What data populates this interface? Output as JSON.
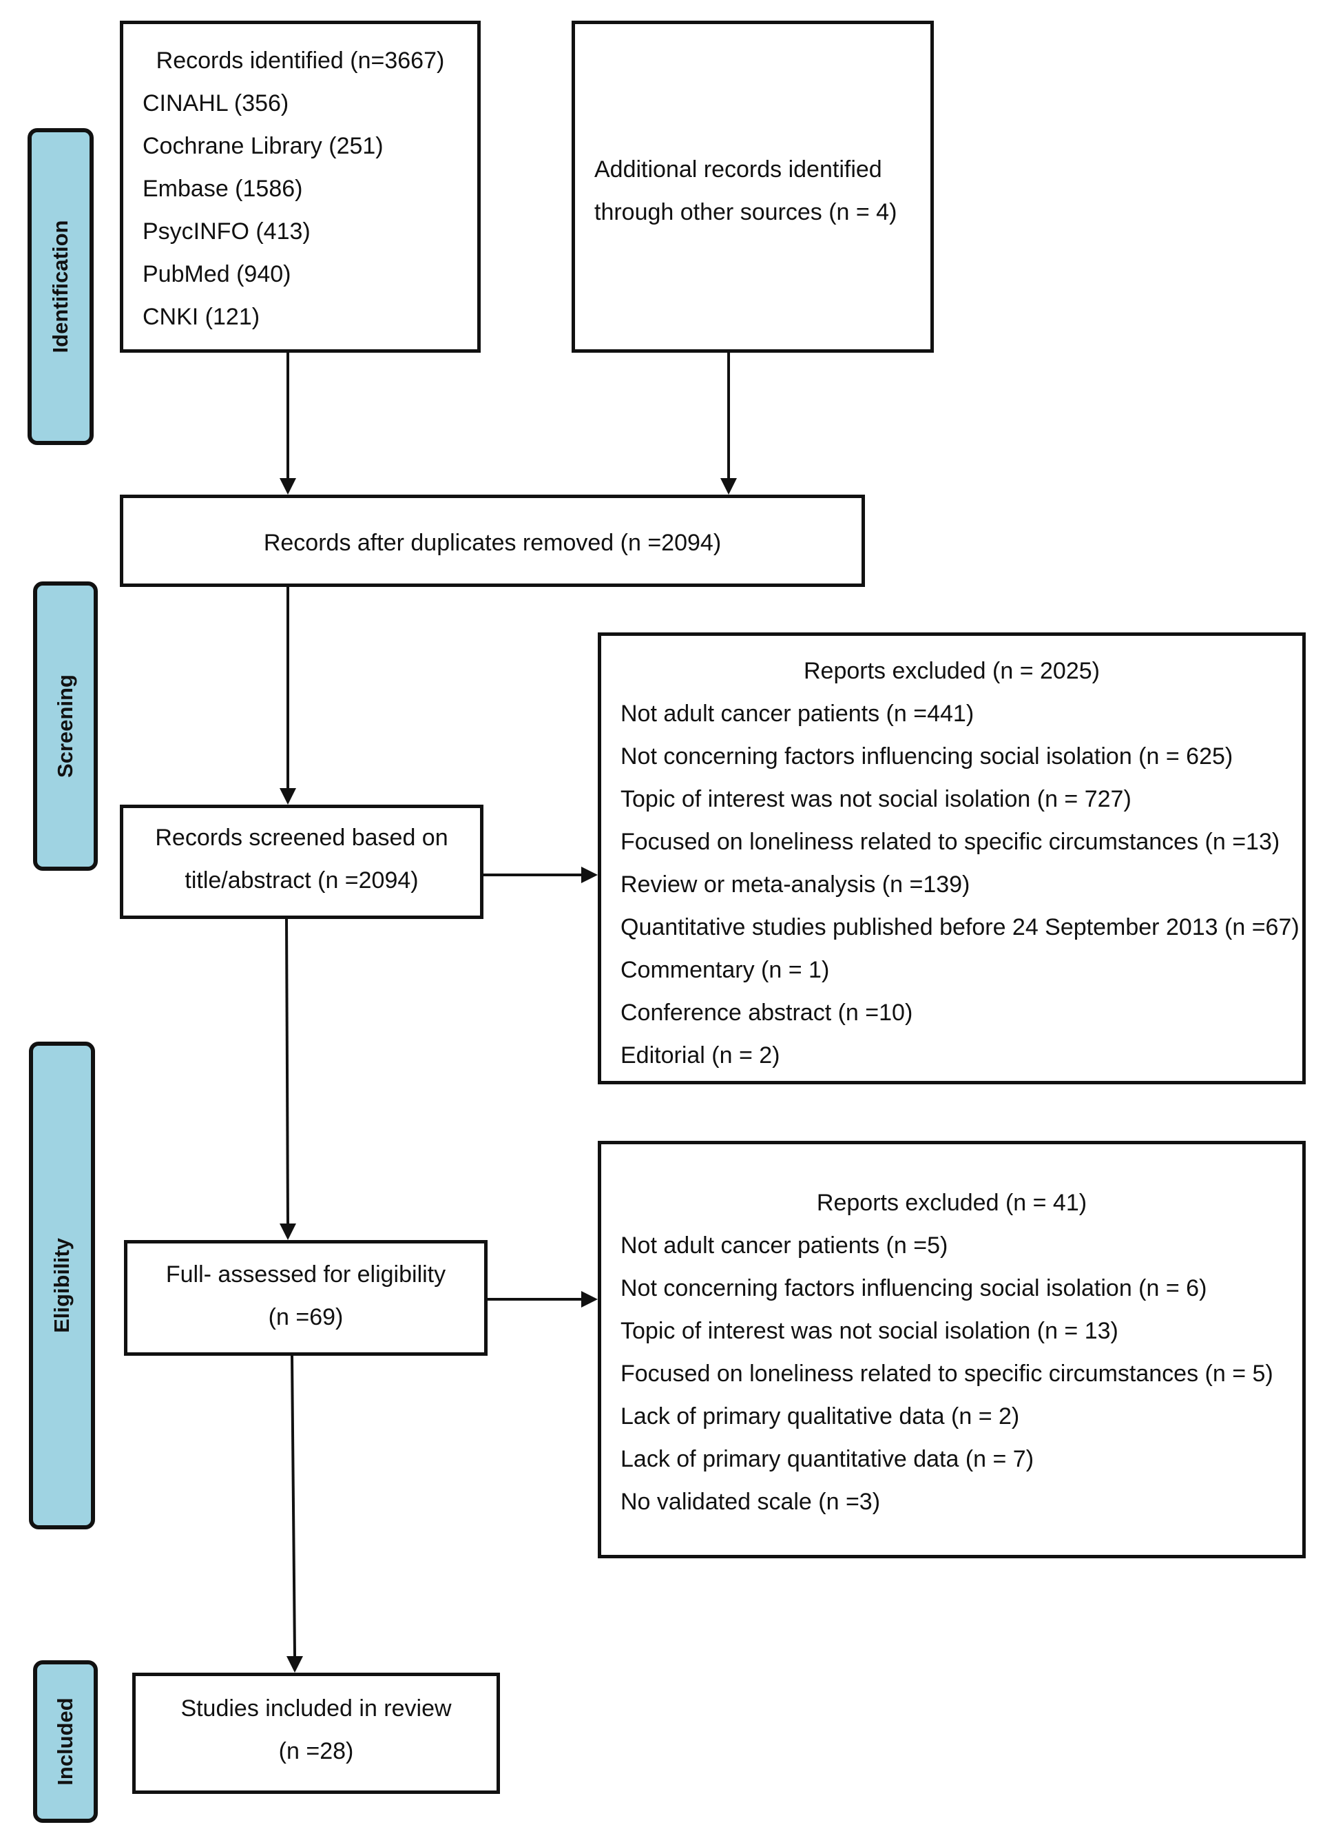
{
  "stages": {
    "identification": "Identification",
    "screening": "Screening",
    "eligibility": "Eligibility",
    "included": "Included"
  },
  "identified": {
    "title": "Records identified (n=3667)",
    "sources": [
      "CINAHL (356)",
      "Cochrane Library (251)",
      "Embase (1586)",
      "PsycINFO (413)",
      "PubMed (940)",
      "CNKI (121)"
    ]
  },
  "additional": {
    "line1": "Additional records identified",
    "line2": "through other sources (n = 4)"
  },
  "duplicates_removed": "Records after duplicates removed (n =2094)",
  "screened": {
    "line1": "Records screened based on",
    "line2": "title/abstract (n =2094)"
  },
  "screening_excluded": {
    "title": "Reports excluded (n = 2025)",
    "reasons": [
      "Not adult cancer patients (n =441)",
      "Not concerning factors influencing social isolation (n = 625)",
      "Topic of interest was not social isolation (n = 727)",
      "Focused on loneliness related to specific circumstances (n =13)",
      "Review or meta-analysis (n =139)",
      "Quantitative studies published before 24 September 2013 (n =67)",
      "Commentary (n = 1)",
      "Conference abstract (n =10)",
      "Editorial (n = 2)"
    ]
  },
  "eligibility": {
    "line1": "Full- assessed for eligibility",
    "line2": "(n =69)"
  },
  "eligibility_excluded": {
    "title": "Reports excluded (n = 41)",
    "reasons": [
      "Not adult cancer patients (n =5)",
      "Not concerning factors influencing social isolation (n = 6)",
      "Topic of interest was not social isolation (n = 13)",
      "Focused on loneliness related to specific circumstances (n = 5)",
      "Lack of primary qualitative data (n = 2)",
      "Lack of primary quantitative data (n = 7)",
      "No validated scale (n =3)"
    ]
  },
  "included": {
    "line1": "Studies included in review",
    "line2": "(n =28)"
  }
}
